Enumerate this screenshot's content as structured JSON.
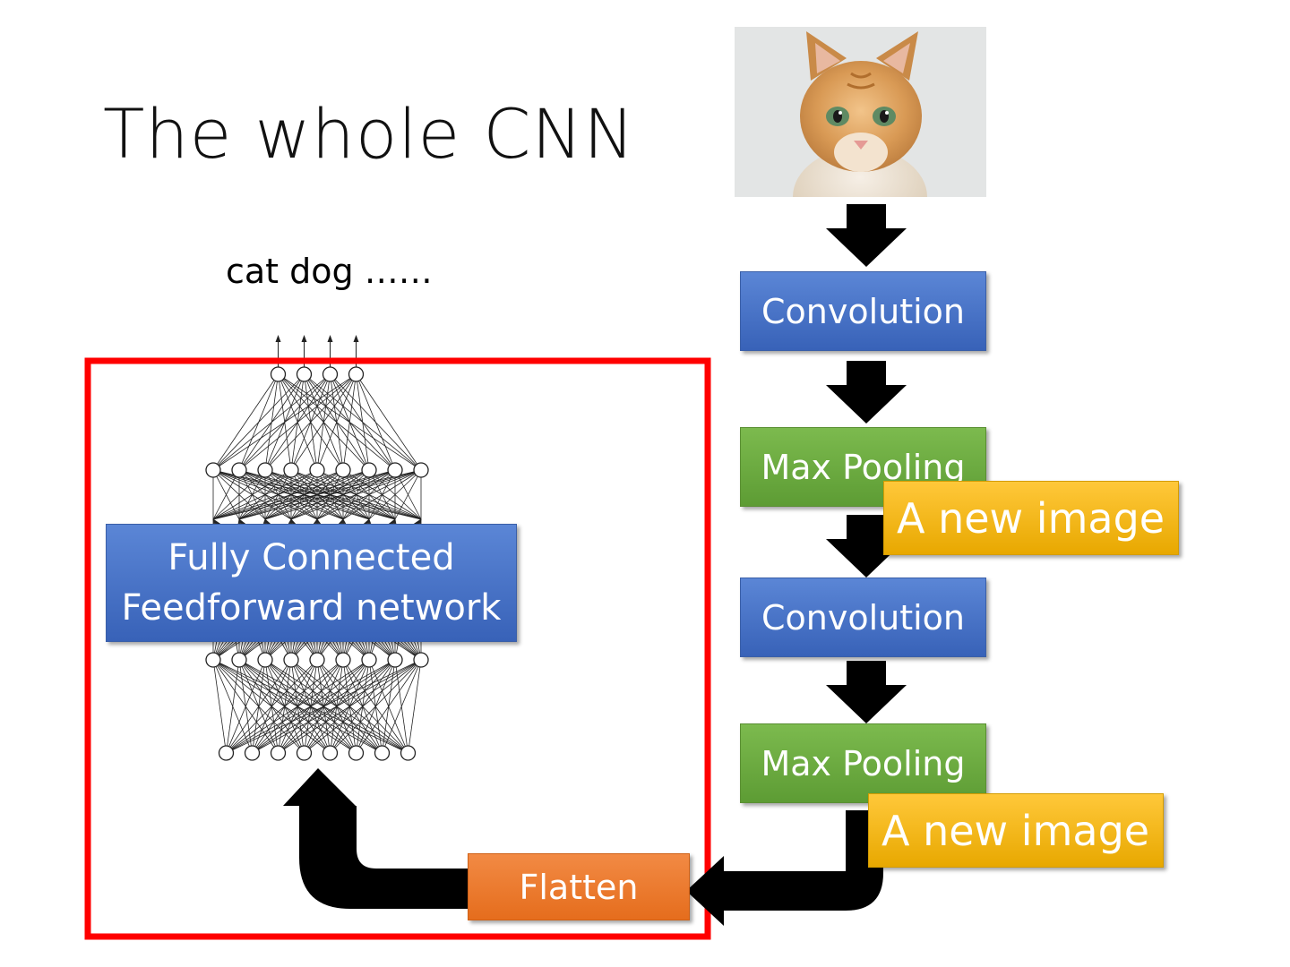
{
  "title": "The whole CNN",
  "outputs_label": "cat dog ……",
  "fully_connected": {
    "line1": "Fully Connected",
    "line2": "Feedforward network"
  },
  "pipeline": {
    "stage1": "Convolution",
    "stage2": "Max Pooling",
    "stage3": "Convolution",
    "stage4": "Max Pooling"
  },
  "new_image_1": "A new image",
  "new_image_2": "A new image",
  "flatten": "Flatten",
  "icons": {
    "input_image": "cat-photo",
    "arrows": "down-arrow-icon"
  },
  "colors": {
    "convolution": "#4472c4",
    "max_pooling": "#70ad47",
    "new_image": "#ffc000",
    "flatten": "#ed7d31",
    "highlight_frame": "#ff0000"
  },
  "network_layers": [
    4,
    9,
    9,
    9,
    8
  ]
}
